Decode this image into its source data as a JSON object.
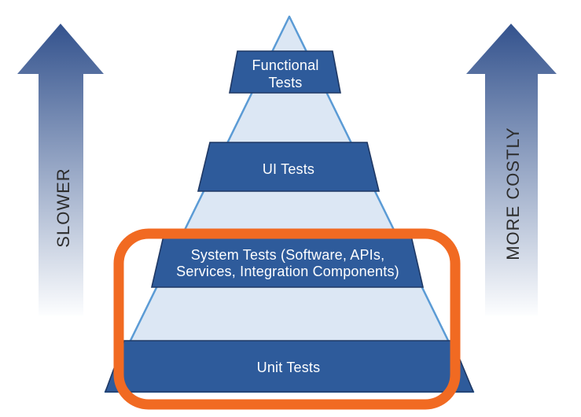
{
  "diagram_title": "test-automation-pyramid",
  "pyramid": {
    "levels": [
      {
        "id": "functional-tests",
        "lines": [
          "Functional",
          "Tests"
        ]
      },
      {
        "id": "ui-tests",
        "lines": [
          "UI Tests"
        ]
      },
      {
        "id": "system-tests",
        "lines": [
          "System Tests (Software, APIs,",
          "Services, Integration Components)"
        ]
      },
      {
        "id": "unit-tests",
        "lines": [
          "Unit Tests"
        ]
      }
    ]
  },
  "axes": {
    "left_label": "SLOWER",
    "right_label": "MORE COSTLY"
  },
  "highlight": {
    "shape": "rounded-rectangle",
    "encloses_levels": [
      "system-tests",
      "unit-tests"
    ]
  },
  "colors": {
    "background": "#FFFFFF",
    "band_fill": "#2E5B9B",
    "band_border": "#1F3864",
    "band_text": "#FFFFFF",
    "pyramid_fill": "#DCE7F4",
    "pyramid_border": "#5B9BD5",
    "highlight": "#F16A22",
    "arrow_top": "#33528D",
    "arrow_bottom": "#FDFEFF",
    "side_label": "#2D2D2D"
  }
}
